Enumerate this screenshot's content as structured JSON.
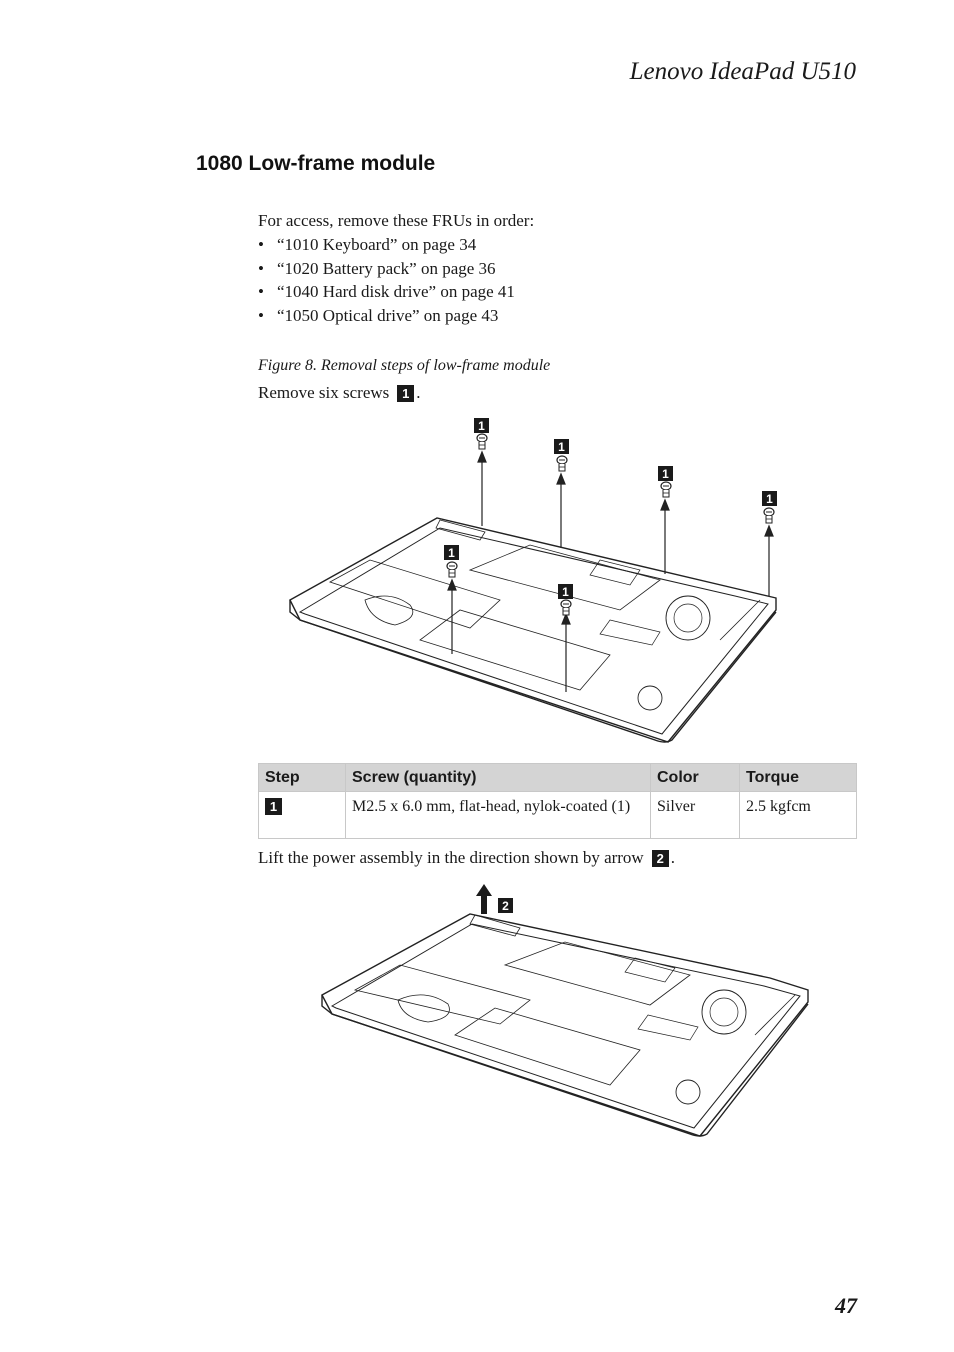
{
  "header": {
    "title": "Lenovo IdeaPad U510"
  },
  "section": {
    "title": "1080 Low-frame module"
  },
  "intro": {
    "text": "For access, remove these FRUs in order:",
    "items": [
      "“1010 Keyboard” on page 34",
      "“1020 Battery pack” on page 36",
      "“1040 Hard disk drive” on page 41",
      "“1050 Optical drive” on page 43"
    ]
  },
  "figure": {
    "caption": "Figure 8. Removal steps of low-frame module"
  },
  "step1": {
    "text": "Remove six screws",
    "marker": "1",
    "suffix": "."
  },
  "diagram1": {
    "callouts": [
      "1",
      "1",
      "1",
      "1",
      "1",
      "1"
    ]
  },
  "table": {
    "headers": [
      "Step",
      "Screw (quantity)",
      "Color",
      "Torque"
    ],
    "rows": [
      {
        "step": "1",
        "screw": "M2.5 x 6.0 mm, flat-head, nylok-coated (1)",
        "color": "Silver",
        "torque": "2.5 kgfcm"
      }
    ]
  },
  "step2": {
    "text": "Lift the power assembly in the direction shown by arrow",
    "marker": "2",
    "suffix": "."
  },
  "diagram2": {
    "callout": "2"
  },
  "footer": {
    "page_number": "47"
  }
}
